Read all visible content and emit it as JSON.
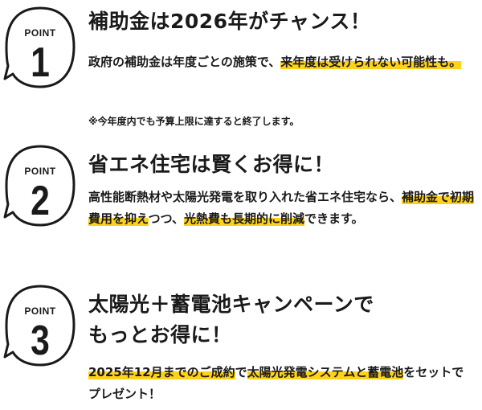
{
  "points": [
    {
      "label": "POINT",
      "number": "1",
      "title": "補助金は2026年がチャンス！",
      "body_a": "政府の補助金は年度ごとの施策で、",
      "body_b": "来年度は受けられない可能性も。",
      "note": "※今年度内でも予算上限に達すると終了します。"
    },
    {
      "label": "POINT",
      "number": "2",
      "title": "省エネ住宅は賢くお得に！",
      "body_a": "高性能断熱材や太陽光発電を取り入れた省エネ住宅なら、",
      "body_b": "補助金で初期費用を抑え",
      "body_c": "つつ、",
      "body_d": "光熱費も長期的に削減",
      "body_e": "できます。"
    },
    {
      "label": "POINT",
      "number": "3",
      "title_line1": "太陽光＋蓄電池キャンペーンで",
      "title_line2": "もっとお得に！",
      "body_a": "2025年12月までのご成約",
      "body_b": "で",
      "body_c": "太陽光発電システムと蓄電池",
      "body_d": "をセットでプレゼント！"
    }
  ],
  "colors": {
    "highlight": "#ffd21a",
    "text": "#1a1a1a"
  },
  "icons": [
    "speech-bubble-icon"
  ]
}
